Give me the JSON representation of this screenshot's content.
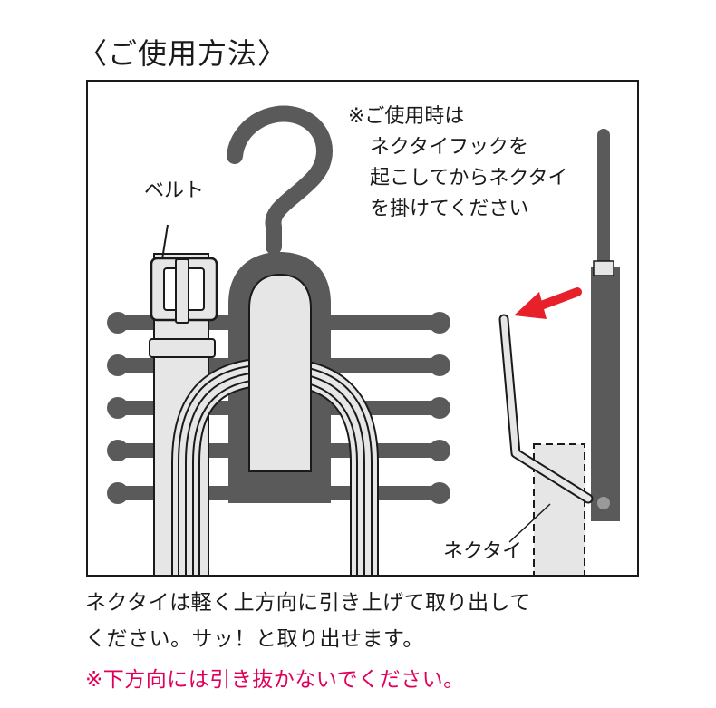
{
  "title": "〈ご使用方法〉",
  "diagram": {
    "note_lines": [
      "※ご使用時は",
      "ネクタイフックを",
      "起こしてからネクタイ",
      "を掛けてください"
    ],
    "label_belt": "ベルト",
    "label_tie": "ネクタイ"
  },
  "caption": {
    "line1": "ネクタイは軽く上方向に引き上げて取り出して",
    "line2": "ください。サッ！と取り出せます。",
    "warning": "※下方向には引き抜かないでください。"
  },
  "colors": {
    "hanger": "#5a5a5a",
    "light_gray": "#e6e6e6",
    "arrow": "#e8202a",
    "warning": "#e0005a"
  }
}
